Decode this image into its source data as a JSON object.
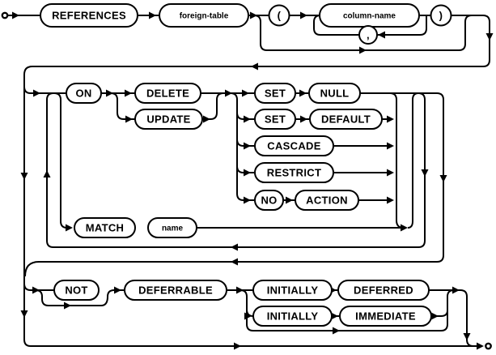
{
  "diagram": {
    "kind": "railroad-syntax-diagram",
    "colors": {
      "line": "#000000",
      "background": "#ffffff",
      "box_fill": "#ffffff"
    },
    "nodes": {
      "references": "REFERENCES",
      "foreign_table": "foreign-table",
      "lparen": "(",
      "column_name": "column-name",
      "comma": ",",
      "rparen": ")",
      "on": "ON",
      "delete": "DELETE",
      "update": "UPDATE",
      "set1": "SET",
      "null1": "NULL",
      "set2": "SET",
      "default1": "DEFAULT",
      "cascade": "CASCADE",
      "restrict": "RESTRICT",
      "no": "NO",
      "action": "ACTION",
      "match": "MATCH",
      "name": "name",
      "not": "NOT",
      "deferrable": "DEFERRABLE",
      "initially1": "INITIALLY",
      "deferred": "DEFERRED",
      "initially2": "INITIALLY",
      "immediate": "IMMEDIATE"
    }
  }
}
